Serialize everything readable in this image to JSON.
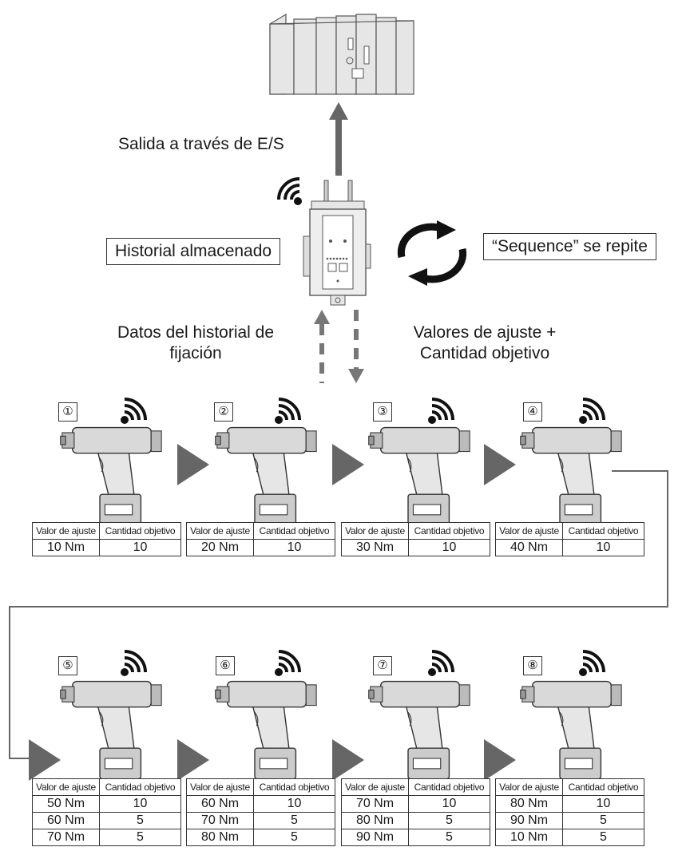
{
  "labels": {
    "output": "Salida a través de E/S",
    "history_stored": "Historial almacenado",
    "sequence_repeat": "“Sequence” se repite",
    "history_data": "Datos del historial de fijación",
    "settings": "Valores de ajuste + Cantidad objetivo"
  },
  "table_headers": {
    "setting": "Valor de ajuste",
    "target": "Cantidad objetivo"
  },
  "steps": [
    {
      "num": "①",
      "rows": [
        [
          "10 Nm",
          "10"
        ]
      ]
    },
    {
      "num": "②",
      "rows": [
        [
          "20 Nm",
          "10"
        ]
      ]
    },
    {
      "num": "③",
      "rows": [
        [
          "30 Nm",
          "10"
        ]
      ]
    },
    {
      "num": "④",
      "rows": [
        [
          "40 Nm",
          "10"
        ]
      ]
    },
    {
      "num": "⑤",
      "rows": [
        [
          "50 Nm",
          "10"
        ],
        [
          "60 Nm",
          "5"
        ],
        [
          "70 Nm",
          "5"
        ]
      ]
    },
    {
      "num": "⑥",
      "rows": [
        [
          "60 Nm",
          "10"
        ],
        [
          "70 Nm",
          "5"
        ],
        [
          "80 Nm",
          "5"
        ]
      ]
    },
    {
      "num": "⑦",
      "rows": [
        [
          "70 Nm",
          "10"
        ],
        [
          "80 Nm",
          "5"
        ],
        [
          "90 Nm",
          "5"
        ]
      ]
    },
    {
      "num": "⑧",
      "rows": [
        [
          "80 Nm",
          "10"
        ],
        [
          "90 Nm",
          "5"
        ],
        [
          "10 Nm",
          "5"
        ]
      ]
    }
  ]
}
